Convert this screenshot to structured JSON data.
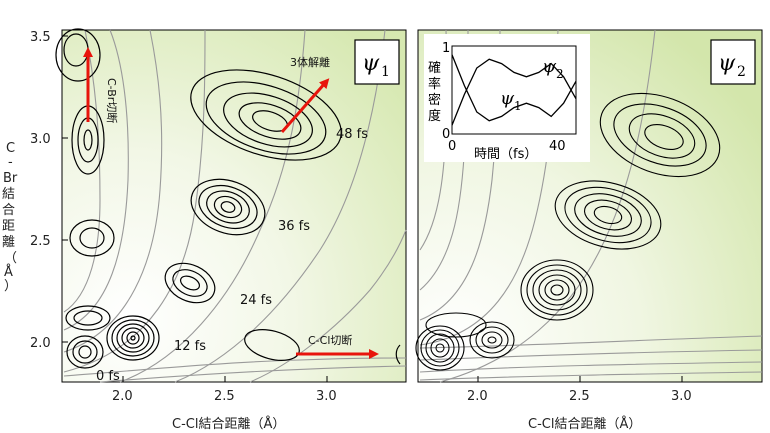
{
  "chart_data": [
    {
      "type": "contour",
      "panel_label": "ψ",
      "panel_label_sub": "1",
      "xlabel": "C-Cl結合距離（Å）",
      "ylabel": "C-Br結合距離（Å）",
      "xlim": [
        1.7,
        3.42
      ],
      "ylim": [
        1.78,
        3.5
      ],
      "xticks": [
        "2.0",
        "2.5",
        "3.0"
      ],
      "yticks": [
        "2.0",
        "2.5",
        "3.0",
        "3.5"
      ],
      "wavepackets": [
        {
          "time": "0 fs",
          "center": [
            1.82,
            1.95
          ]
        },
        {
          "time": "12 fs",
          "center": [
            2.07,
            1.98
          ]
        },
        {
          "time": "24 fs",
          "center": [
            2.32,
            2.27
          ]
        },
        {
          "time": "36 fs",
          "center": [
            2.52,
            2.68
          ]
        },
        {
          "time": "48 fs",
          "center": [
            2.72,
            3.1
          ]
        }
      ],
      "annotations": [
        "C-Br切断",
        "3体解離",
        "C-Cl切断"
      ]
    },
    {
      "type": "contour",
      "panel_label": "ψ",
      "panel_label_sub": "2",
      "xlabel": "C-Cl結合距離（Å）",
      "xlim": [
        1.7,
        3.42
      ],
      "ylim": [
        1.78,
        3.5
      ],
      "xticks": [
        "2.0",
        "2.5",
        "3.0"
      ],
      "inset": {
        "type": "line",
        "ylabel": "確率密度",
        "xlabel": "時間（fs）",
        "xticks": [
          "0",
          "40"
        ],
        "yticks": [
          "0",
          "1"
        ],
        "x": [
          0,
          5,
          10,
          15,
          20,
          25,
          30,
          35,
          40,
          45,
          50
        ],
        "series": [
          {
            "name": "ψ1",
            "values": [
              0.9,
              0.55,
              0.25,
              0.15,
              0.2,
              0.3,
              0.35,
              0.3,
              0.2,
              0.35,
              0.6
            ]
          },
          {
            "name": "ψ2",
            "values": [
              0.1,
              0.45,
              0.75,
              0.85,
              0.8,
              0.7,
              0.65,
              0.7,
              0.8,
              0.65,
              0.4
            ]
          }
        ]
      }
    }
  ],
  "texts": {
    "p1_xlabel": "C-Cl結合距離（Å）",
    "p2_xlabel": "C-Cl結合距離（Å）",
    "ylabel_chars": [
      "C",
      "-",
      "Br",
      "結",
      "合",
      "距",
      "離",
      "（",
      "Å",
      "）"
    ],
    "ann_cbr": "C-Br切断",
    "ann_3body": "3体解離",
    "ann_ccl": "C-Cl切断",
    "t0": "0 fs",
    "t12": "12 fs",
    "t24": "24 fs",
    "t36": "36 fs",
    "t48": "48 fs",
    "psi": "ψ",
    "sub1": "1",
    "sub2": "2",
    "inset_ylabel_chars": [
      "確",
      "率",
      "密",
      "度"
    ],
    "inset_xlabel": "時間（fs）",
    "inset_x0": "0",
    "inset_x40": "40",
    "inset_y0": "0",
    "inset_y1": "1",
    "inset_psi1_sub": "1",
    "inset_psi2_sub": "2",
    "x_2_0": "2.0",
    "x_2_5": "2.5",
    "x_3_0": "3.0",
    "y_2_0": "2.0",
    "y_2_5": "2.5",
    "y_3_0": "3.0",
    "y_3_5": "3.5"
  },
  "colors": {
    "arrow": "#e8140c",
    "background_light": "#ffffff",
    "background_green": "#dcebb8",
    "contour": "#000000",
    "potential_line": "#9a9a9a"
  }
}
